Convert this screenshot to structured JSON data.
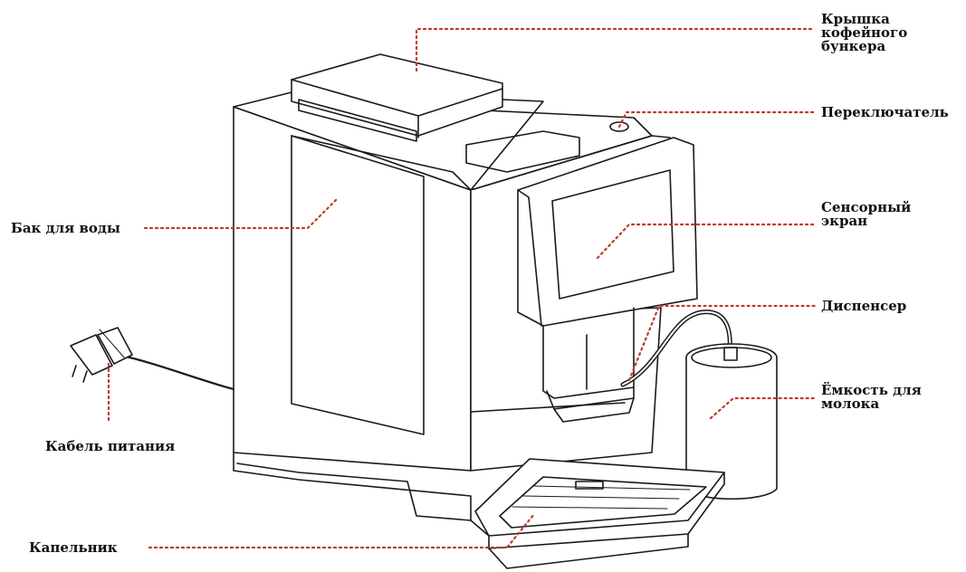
{
  "colors": {
    "outline": "#1a1a1a",
    "leader": "#c0392b",
    "label": "#111111",
    "background": "#ffffff"
  },
  "labels": {
    "hopper_lid": [
      "Крышка",
      "кофейного",
      "бункера"
    ],
    "switch": "Переключатель",
    "water_tank": "Бак для воды",
    "touch_screen": [
      "Сенсорный",
      "экран"
    ],
    "dispenser": "Диспенсер",
    "milk_container": [
      "Ёмкость для",
      "молока"
    ],
    "power_cable": "Кабель питания",
    "drip_tray": "Капельник"
  }
}
